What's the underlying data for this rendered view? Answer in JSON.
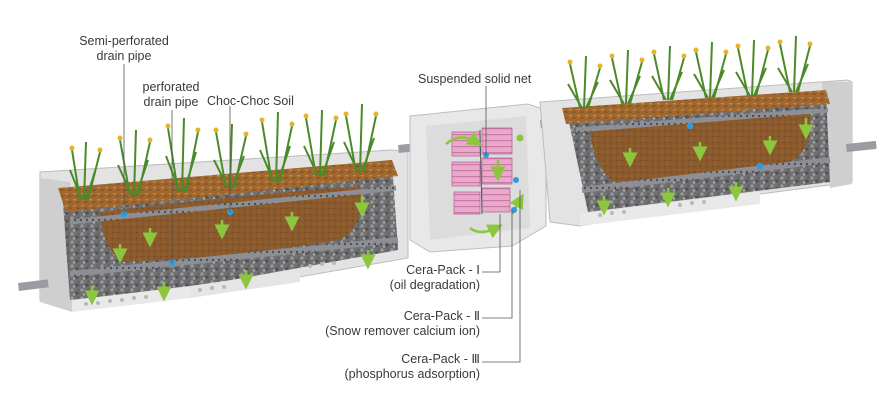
{
  "labels": {
    "semi_perforated": [
      "Semi-perforated",
      "drain pipe"
    ],
    "perforated": [
      "perforated",
      "drain pipe"
    ],
    "choc_soil": "Choc-Choc Soil",
    "suspended_net": "Suspended solid net",
    "cera_pack_1": [
      "Cera-Pack - Ⅰ",
      "(oil degradation)"
    ],
    "cera_pack_2": [
      "Cera-Pack - Ⅱ",
      "(Snow remover calcium ion)"
    ],
    "cera_pack_3": [
      "Cera-Pack - Ⅲ",
      "(phosphorus adsorption)"
    ]
  },
  "colors": {
    "concrete": "#e6e6e6",
    "soil": "#8a5a2e",
    "gravel": "#6e6e70",
    "grass": "#4c8a2a",
    "flower": "#e7b32b",
    "flow_arrow": "#8cc63f",
    "node": "#2f9be0",
    "cera_pack": "#e7a6c8"
  },
  "icons": [
    "flow-arrow-icon",
    "grass-plant-icon",
    "drain-pipe-icon",
    "filter-cartridge-icon"
  ]
}
